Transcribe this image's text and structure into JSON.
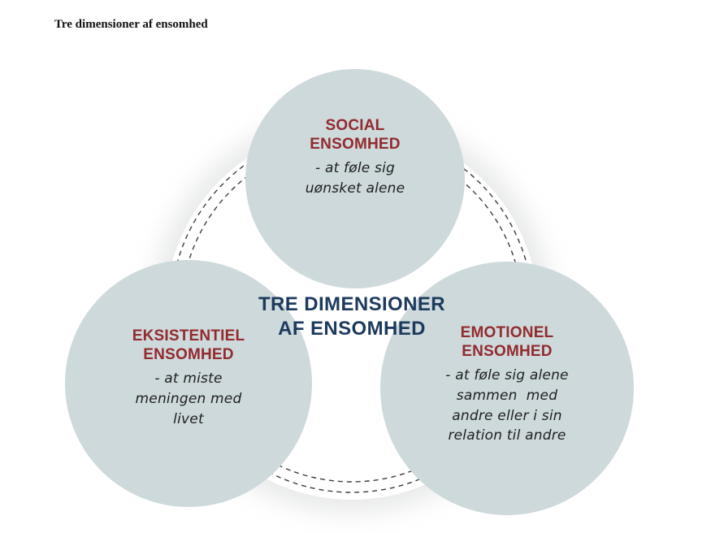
{
  "page": {
    "heading": "Tre dimensioner af ensomhed"
  },
  "diagram": {
    "center_title": "TRE DIMENSIONER\nAF ENSOMHED",
    "colors": {
      "circle_fill": "#cdd9db",
      "title_red": "#932a2e",
      "center_navy": "#1d3a5e",
      "dash_color": "#3c3c3c",
      "desc_text": "#1f1f1f",
      "heading_text": "#111111"
    },
    "circles": [
      {
        "id": "social",
        "title": "SOCIAL\nENSOMHED",
        "description": "- at føle sig\nuønsket alene"
      },
      {
        "id": "eksistentiel",
        "title": "EKSISTENTIEL\nENSOMHED",
        "description": "- at miste\nmeningen med\nlivet"
      },
      {
        "id": "emotionel",
        "title": "EMOTIONEL\nENSOMHED",
        "description": "- at føle sig alene\nsammen  med\nandre eller i sin\nrelation til andre"
      }
    ]
  }
}
